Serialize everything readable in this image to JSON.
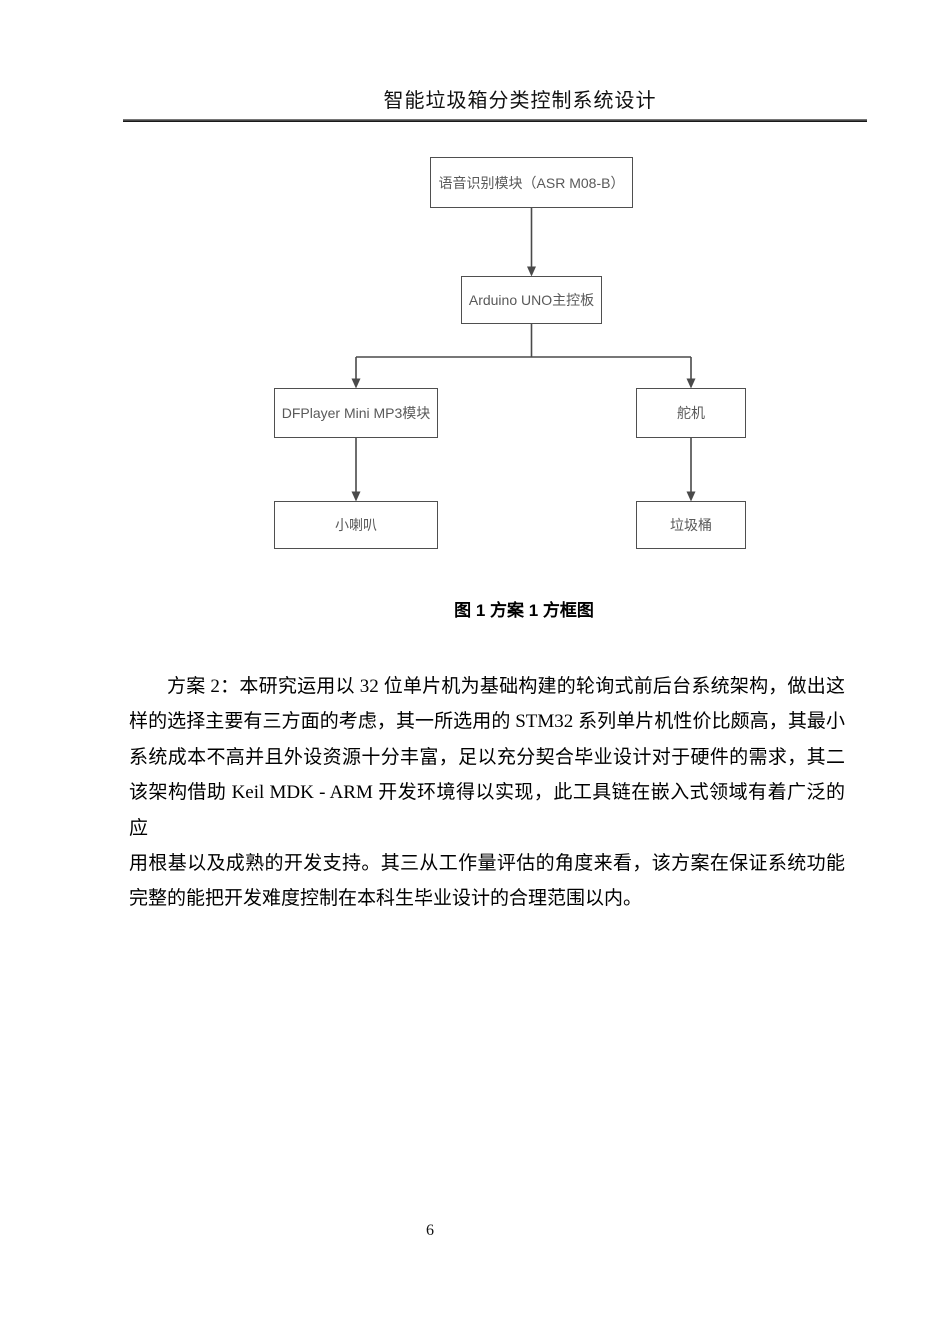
{
  "header": {
    "title": "智能垃圾箱分类控制系统设计"
  },
  "diagram": {
    "caption": "图 1 方案 1 方框图",
    "colors": {
      "box_border": "#4f4f4f",
      "box_text": "#595959",
      "connector": "#4a4a4a"
    },
    "nodes": [
      {
        "id": "asr",
        "label": "语音识别模块（ASR M08-B）"
      },
      {
        "id": "arduino",
        "label": "Arduino UNO主控板"
      },
      {
        "id": "dfplayer",
        "label": "DFPlayer Mini MP3模块"
      },
      {
        "id": "servo",
        "label": "舵机"
      },
      {
        "id": "speaker",
        "label": "小喇叭"
      },
      {
        "id": "bin",
        "label": "垃圾桶"
      }
    ],
    "edges": [
      {
        "from": "asr",
        "to": "arduino"
      },
      {
        "from": "arduino",
        "to": "dfplayer"
      },
      {
        "from": "arduino",
        "to": "servo"
      },
      {
        "from": "dfplayer",
        "to": "speaker"
      },
      {
        "from": "servo",
        "to": "bin"
      }
    ]
  },
  "body": {
    "lines": [
      "方案 2：本研究运用以 32 位单片机为基础构建的轮询式前后台系统架构，做出这",
      "样的选择主要有三方面的考虑，其一所选用的 STM32 系列单片机性价比颇高，其最小",
      "系统成本不高并且外设资源十分丰富，足以充分契合毕业设计对于硬件的需求，其二",
      "该架构借助 Keil MDK - ARM 开发环境得以实现，此工具链在嵌入式领域有着广泛的应",
      "用根基以及成熟的开发支持。其三从工作量评估的角度来看，该方案在保证系统功能",
      "完整的能把开发难度控制在本科生毕业设计的合理范围以内。"
    ]
  },
  "footer": {
    "page_number": "6"
  }
}
